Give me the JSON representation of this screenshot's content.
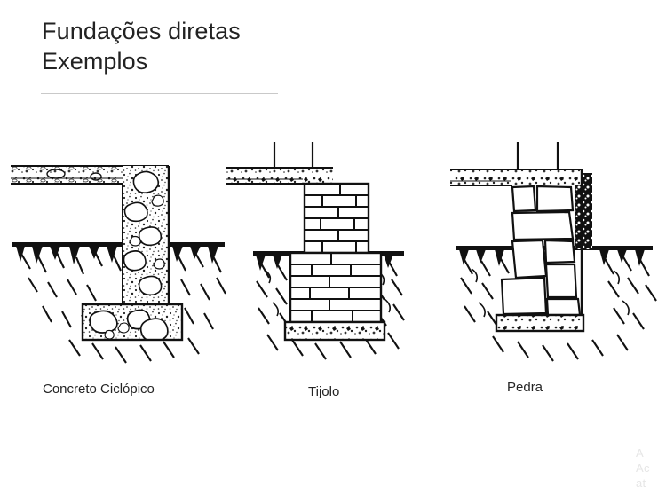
{
  "slide": {
    "background_color": "#ffffff",
    "title_lines": [
      "Fundações diretas",
      "Exemplos"
    ],
    "rule_color": "#c9c9c9"
  },
  "figures": [
    {
      "id": "concreto-ciclopico",
      "caption": "Concreto Ciclópico",
      "description": "Seção de sapata corrida em concreto ciclópico com pedras de mão",
      "type": "section-drawing",
      "has_ground_hatch": true,
      "has_rebar": false,
      "fill": "aggregate"
    },
    {
      "id": "tijolo",
      "caption": "Tijolo",
      "description": "Seção de fundação em alvenaria de tijolos escalonada sobre lastro de concreto",
      "type": "section-drawing",
      "has_ground_hatch": true,
      "has_rebar": true,
      "fill": "brick"
    },
    {
      "id": "pedra",
      "caption": "Pedra",
      "description": "Seção de fundação em alvenaria de pedra sobre lastro de concreto",
      "type": "section-drawing",
      "has_ground_hatch": true,
      "has_rebar": true,
      "fill": "stone"
    }
  ],
  "watermark": {
    "lines": [
      "A",
      "Ac",
      "at"
    ],
    "color": "#e6e6e6"
  }
}
